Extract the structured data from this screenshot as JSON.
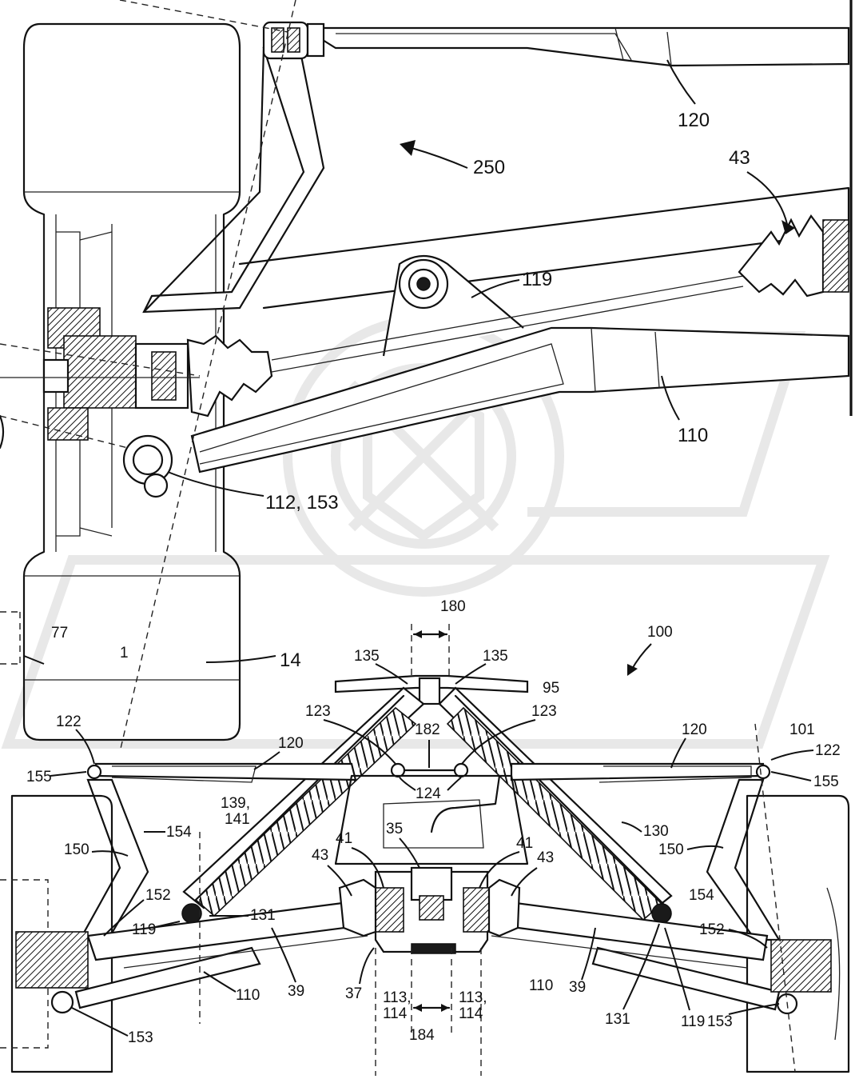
{
  "labels": {
    "l120_top": "120",
    "l250": "250",
    "l43_top": "43",
    "l119_top": "119",
    "l110_top": "110",
    "l112_153": "112, 153",
    "l77": "77",
    "l1x": "1",
    "l14": "14",
    "l180": "180",
    "l100": "100",
    "l135_left": "135",
    "l135_right": "135",
    "l95": "95",
    "l123_left": "123",
    "l123_right": "123",
    "l182": "182",
    "l122_left": "122",
    "l120_left": "120",
    "l120_right": "120",
    "l101": "101",
    "l122_right": "122",
    "l155_left": "155",
    "l124": "124",
    "l155_right": "155",
    "l139_141": "139,",
    "l141": "141",
    "l130": "130",
    "l154_left": "154",
    "l35": "35",
    "l150_left": "150",
    "l41_left": "41",
    "l41_right": "41",
    "l150_right": "150",
    "l43_left": "43",
    "l43_right": "43",
    "l154_right": "154",
    "l152_left": "152",
    "l152_right": "152",
    "l119_left": "119",
    "l131_left": "131",
    "l110_left": "110",
    "l39_left": "39",
    "l37": "37",
    "l113_114_left": "113,",
    "l114_left": "114",
    "l113_114_right": "113,",
    "l114_right": "114",
    "l110_mid": "110",
    "l39_right": "39",
    "l131_right": "131",
    "l119_right": "119",
    "l153_right": "153",
    "l153_left": "153",
    "l184": "184"
  }
}
